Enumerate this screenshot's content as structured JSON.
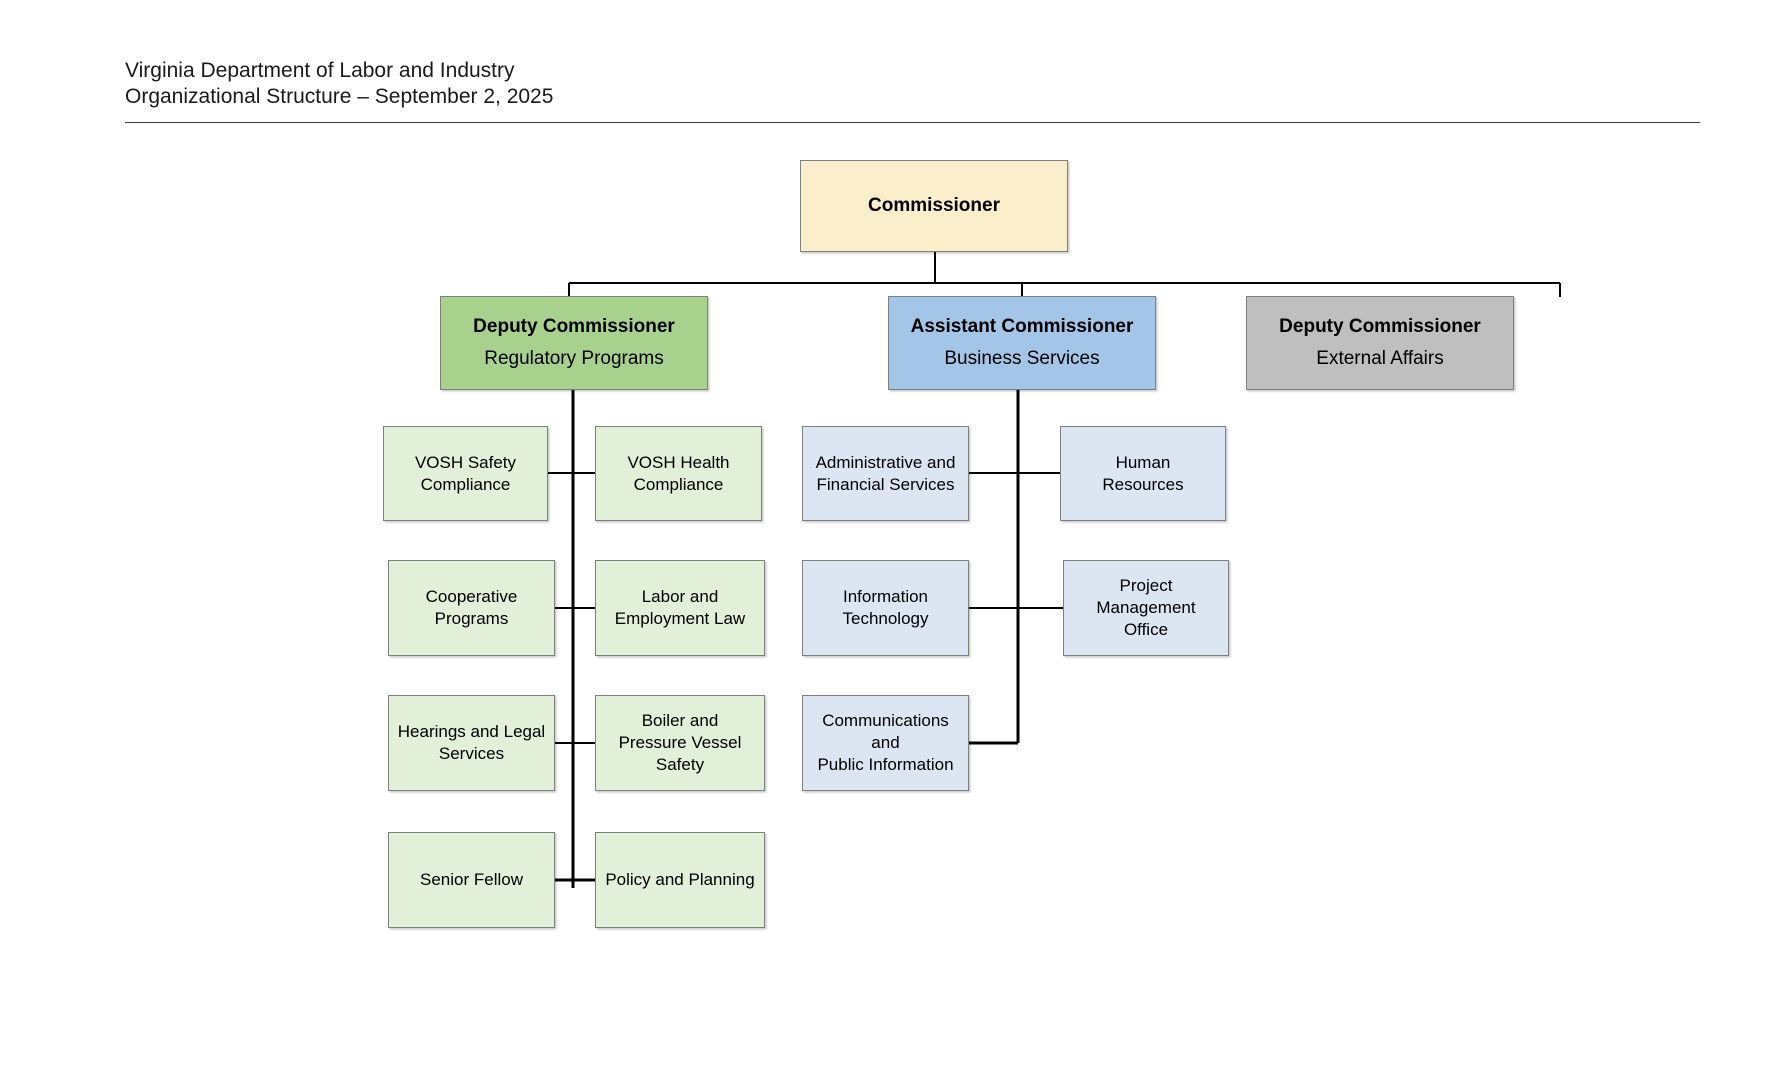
{
  "header": {
    "line1": "Virginia Department of Labor and Industry",
    "line2": "Organizational Structure – September 2, 2025"
  },
  "chart_data": {
    "type": "org-chart",
    "title": "Virginia Department of Labor and Industry Organizational Structure – September 2, 2025",
    "colors": {
      "commissioner": "#fbeecb",
      "regulatory_programs": "#a9d18e",
      "business_services": "#a3c6e8",
      "external_affairs": "#bfbfbf",
      "regulatory_children": "#e2efd9",
      "business_children": "#dce6f2",
      "border": "#7f7f7f",
      "connector": "#000000"
    },
    "root": {
      "title": "Commissioner",
      "subtitle": ""
    },
    "divisions": [
      {
        "id": "regulatory",
        "title": "Deputy Commissioner",
        "subtitle": "Regulatory Programs",
        "children": [
          "VOSH Safety\nCompliance",
          "VOSH Health\nCompliance",
          "Cooperative\nPrograms",
          "Labor and\nEmployment Law",
          "Hearings and Legal\nServices",
          "Boiler and\nPressure Vessel\nSafety",
          "Senior Fellow",
          "Policy and Planning"
        ]
      },
      {
        "id": "business",
        "title": "Assistant Commissioner",
        "subtitle": "Business Services",
        "children": [
          "Administrative and\nFinancial Services",
          "Human\nResources",
          "Information\nTechnology",
          "Project\nManagement\nOffice",
          "Communications\nand\nPublic Information"
        ]
      },
      {
        "id": "external",
        "title": "Deputy Commissioner",
        "subtitle": "External Affairs",
        "children": []
      }
    ],
    "nodes": {
      "commissioner_title": "Commissioner",
      "reg_title": "Deputy Commissioner",
      "reg_subtitle": "Regulatory Programs",
      "bus_title": "Assistant Commissioner",
      "bus_subtitle": "Business Services",
      "ext_title": "Deputy Commissioner",
      "ext_subtitle": "External Affairs",
      "vosh_safety": "VOSH Safety\nCompliance",
      "vosh_health": "VOSH Health\nCompliance",
      "cooperative": "Cooperative\nPrograms",
      "labor_law": "Labor and\nEmployment Law",
      "hearings": "Hearings and Legal\nServices",
      "boiler": "Boiler and\nPressure Vessel\nSafety",
      "senior_fellow": "Senior Fellow",
      "policy": "Policy and Planning",
      "admin_finance": "Administrative and\nFinancial Services",
      "human_resources": "Human\nResources",
      "info_tech": "Information\nTechnology",
      "pmo": "Project\nManagement\nOffice",
      "communications": "Communications\nand\nPublic Information"
    }
  }
}
